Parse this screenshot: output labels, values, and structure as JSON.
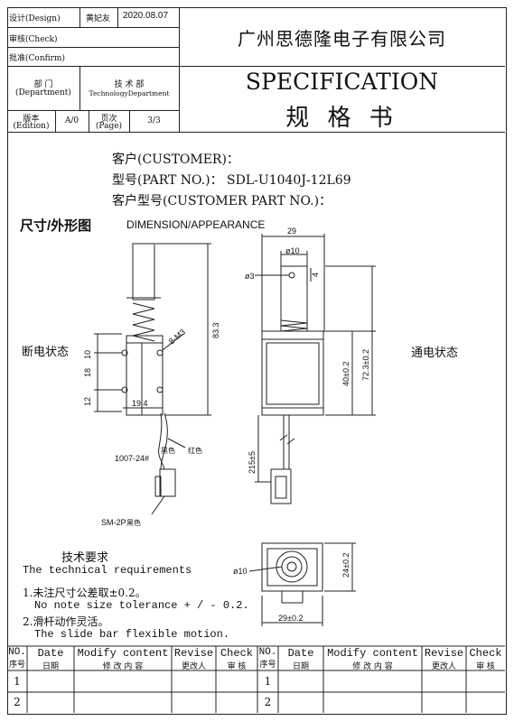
{
  "header": {
    "design_label": "设计(Design)",
    "design_name": "黄妃友",
    "design_date": "2020.08.07",
    "check_label": "审核(Check)",
    "approve_label": "批准(Confirm)",
    "dept_label_cn": "部  门",
    "dept_label_en": "(Department)",
    "dept_value_cn": "技 术 部",
    "dept_value_en": "TechnologyDepartment",
    "edition_label_cn": "版本",
    "edition_label_en": "(Edition)",
    "edition_value": "A/0",
    "page_label_cn": "页次",
    "page_label_en": "(Page)",
    "page_value": "3/3",
    "company": "广州思德隆电子有限公司",
    "spec_en": "SPECIFICATION",
    "spec_cn": "规 格 书"
  },
  "info": {
    "customer": "客户(CUSTOMER)：",
    "part_no": "型号(PART NO.)： SDL-U1040J-12L69",
    "customer_part": "客户型号(CUSTOMER PART NO.)："
  },
  "section": {
    "title_cn": "尺寸/外形图",
    "title_en": "DIMENSION/APPEARANCE"
  },
  "drawing": {
    "state_off": "断电状态",
    "state_on": "通电状态",
    "d_10_top": "10",
    "d_18": "18",
    "d_12": "12",
    "d_19_4": "19.4",
    "d_m3": "8-M3",
    "d_83_3": "83.3",
    "wire_black": "黑色",
    "wire_red": "红色",
    "wire_code": "1007-24#",
    "connector": "SM-2P",
    "connector_color": "黑色",
    "r_29": "29",
    "r_phi10": "ø10",
    "r_phi3": "ø3",
    "r_4": "4",
    "r_40": "40±0.2",
    "r_72_3": "72.3±0.2",
    "r_215": "215±5",
    "b_phi10": "ø10",
    "b_24": "24±0.2",
    "b_29": "29±0.2"
  },
  "requirements": {
    "title_cn": "技术要求",
    "title_en": "The technical requirements",
    "item1_cn": "1.未注尺寸公差取±0.2。",
    "item1_en": "No note size tolerance + / - 0.2.",
    "item2_cn": "2.滑杆动作灵活。",
    "item2_en": "The slide bar flexible motion."
  },
  "revision_table": {
    "headers": [
      {
        "en": "NO.",
        "cn": "序号"
      },
      {
        "en": "Date",
        "cn": "日期"
      },
      {
        "en": "Modify content",
        "cn": "修 改 内 容"
      },
      {
        "en": "Revise",
        "cn": "更改人"
      },
      {
        "en": "Check",
        "cn": "审  核"
      }
    ],
    "rows": [
      "1",
      "2"
    ]
  }
}
